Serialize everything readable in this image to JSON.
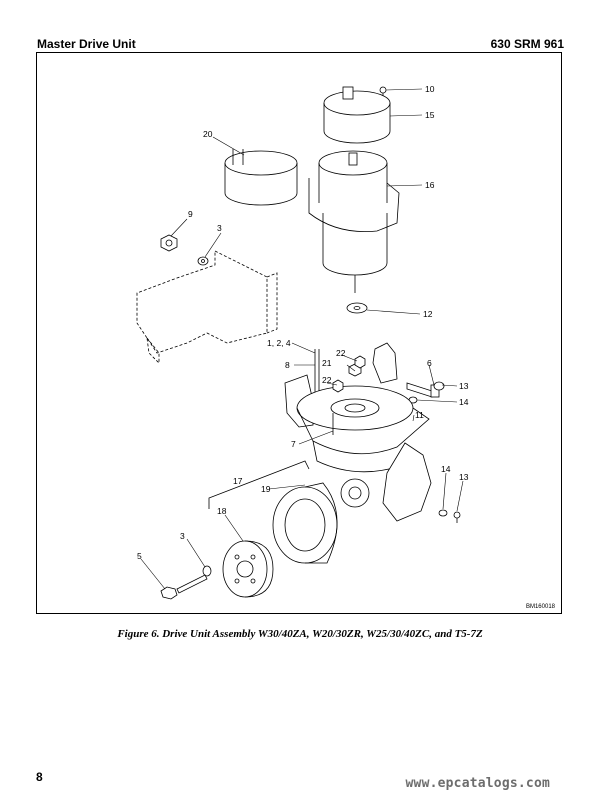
{
  "header": {
    "left": "Master Drive Unit",
    "right": "630 SRM 961"
  },
  "figure": {
    "id": "BM160018",
    "callouts": [
      "1, 2, 4",
      "3",
      "3",
      "5",
      "6",
      "7",
      "8",
      "9",
      "10",
      "11",
      "12",
      "13",
      "13",
      "14",
      "14",
      "15",
      "16",
      "17",
      "18",
      "19",
      "20",
      "21",
      "22",
      "22"
    ]
  },
  "caption": "Figure 6. Drive Unit Assembly W30/40ZA, W20/30ZR, W25/30/40ZC, and T5-7Z",
  "footer": {
    "page_number": "8",
    "watermark": "www.epcatalogs.com"
  }
}
